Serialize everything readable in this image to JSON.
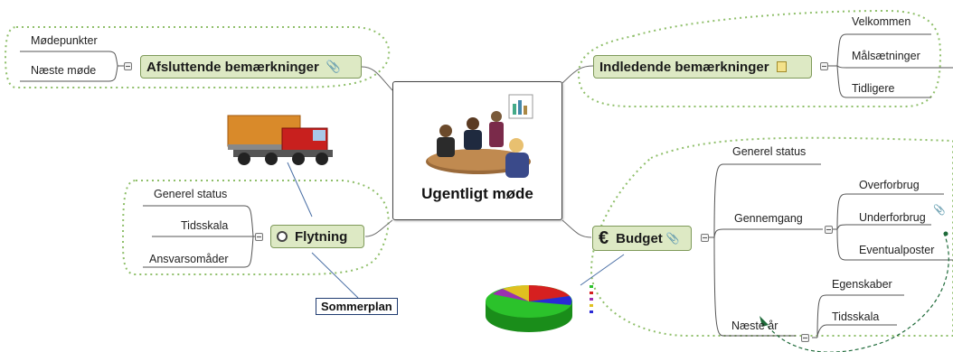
{
  "central_topic": "Ugentligt møde",
  "topics": {
    "afsluttende": {
      "label": "Afsluttende bemærkninger",
      "icon": "paperclip-icon",
      "children": [
        "Mødepunkter",
        "Næste møde"
      ]
    },
    "indledende": {
      "label": "Indledende bemærkninger",
      "icon": "note-icon",
      "children": [
        "Velkommen",
        "Målsætninger",
        "Tidligere"
      ]
    },
    "flytning": {
      "label": "Flytning",
      "icon": "clock-icon",
      "children": [
        "Generel status",
        "Tidsskala",
        "Ansvarsomåder"
      ]
    },
    "budget": {
      "label": "Budget",
      "symbol": "€",
      "icon": "paperclip-icon",
      "children": {
        "generel": "Generel status",
        "gennemgang": {
          "label": "Gennemgang",
          "children": [
            "Overforbrug",
            "Underforbrug",
            "Eventualposter"
          ]
        },
        "naeste": {
          "label": "Næste år",
          "children": [
            "Egenskaber",
            "Tidsskala"
          ]
        }
      }
    }
  },
  "callout": "Sommerplan",
  "colors": {
    "topic_fill": "#dde9c4",
    "topic_border": "#7f9a5a",
    "boundary": "#8fbf6a",
    "line": "#6b6b6b"
  }
}
